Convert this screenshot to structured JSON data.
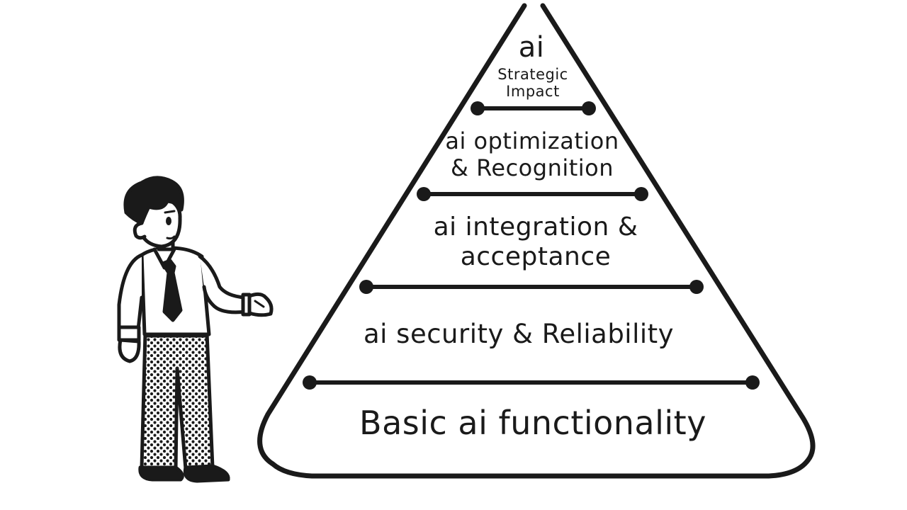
{
  "colors": {
    "ink": "#1a1a1a",
    "paper": "#ffffff"
  },
  "pyramid": {
    "tiers": [
      {
        "line1": "ai",
        "line2": "Strategic",
        "line3": "Impact"
      },
      {
        "line1": "ai optimization",
        "line2": "& Recognition"
      },
      {
        "line1": "ai integration &",
        "line2": "acceptance"
      },
      {
        "line1": "ai security & Reliability"
      },
      {
        "line1": "Basic ai functionality"
      }
    ]
  },
  "figure": {
    "subject": "businessman-presenting",
    "icon": "person-icon"
  }
}
